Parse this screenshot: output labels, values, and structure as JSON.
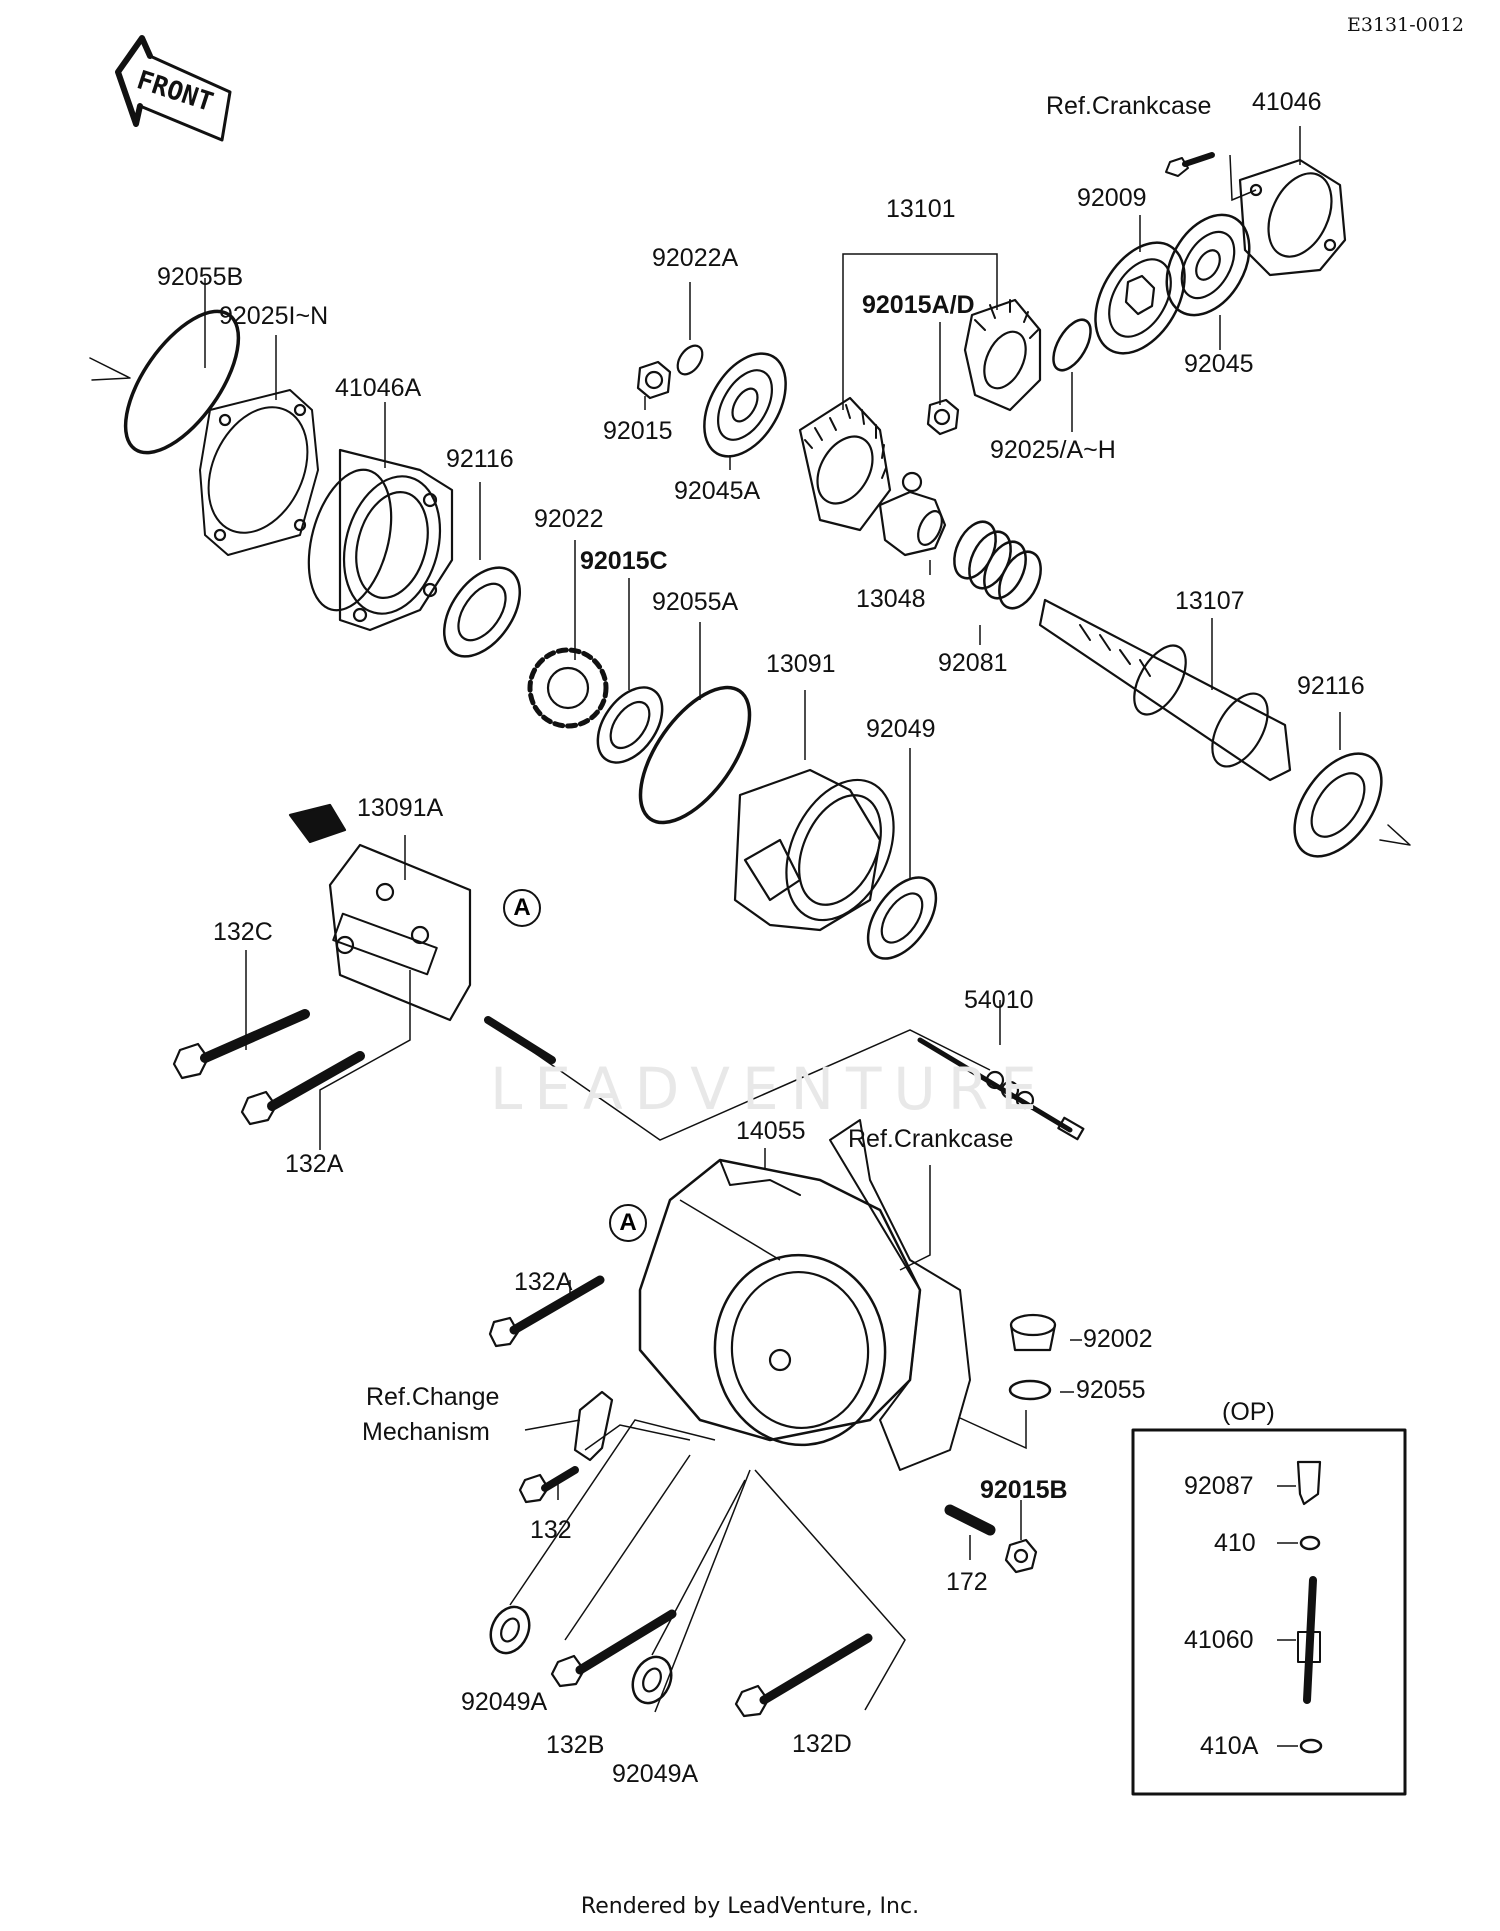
{
  "drawing_code": "E3131-0012",
  "front_label": "FRONT",
  "footer": "Rendered by LeadVenture, Inc.",
  "watermark": "LEADVENTURE",
  "callout_letter": "A",
  "op_box_title": "(OP)",
  "labels": {
    "ref_crankcase_top": "Ref.Crankcase",
    "p41046": "41046",
    "p92009": "92009",
    "p13101": "13101",
    "p92022A": "92022A",
    "p92015AD": "92015A/D",
    "p92055B": "92055B",
    "p92025IN": "92025I~N",
    "p41046A": "41046A",
    "p92116_left": "92116",
    "p92015": "92015",
    "p92045A": "92045A",
    "p92025AH": "92025/A~H",
    "p92045": "92045",
    "p92022": "92022",
    "p92015C": "92015C",
    "p92055A": "92055A",
    "p13048": "13048",
    "p92081": "92081",
    "p13107": "13107",
    "p92116_right": "92116",
    "p13091": "13091",
    "p92049": "92049",
    "p13091A": "13091A",
    "p132C": "132C",
    "p132A_upper": "132A",
    "p54010": "54010",
    "p14055": "14055",
    "ref_crankcase_mid": "Ref.Crankcase",
    "p132A_lower": "132A",
    "p92002": "92002",
    "p92055": "92055",
    "ref_change_1": "Ref.Change",
    "ref_change_2": "Mechanism",
    "p132": "132",
    "p92015B": "92015B",
    "p172": "172",
    "p92049A_left": "92049A",
    "p132B": "132B",
    "p92049A_mid": "92049A",
    "p132D": "132D",
    "p92087": "92087",
    "p410": "410",
    "p41060": "41060",
    "p410A": "410A"
  }
}
